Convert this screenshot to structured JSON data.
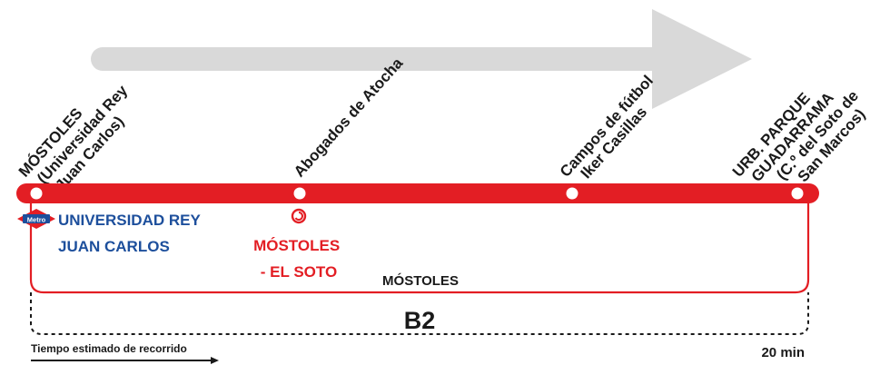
{
  "route": {
    "line": "B2",
    "zone": "MÓSTOLES",
    "line_color": "#e31e24",
    "direction_arrow_color": "#d9d9d9"
  },
  "stops": [
    {
      "label_lines": [
        "MÓSTOLES",
        "(Universidad Rey",
        "Juan Carlos)"
      ]
    },
    {
      "label_lines": [
        "Abogados de Atocha"
      ]
    },
    {
      "label_lines": [
        "Campos de fútbol",
        "Iker Casillas"
      ]
    },
    {
      "label_lines": [
        "URB. PARQUE",
        "GUADARRAMA",
        "(C.º del Soto de",
        "San Marcos)"
      ]
    }
  ],
  "connections": {
    "metro_badge": "Metro",
    "metro_station": [
      "UNIVERSIDAD REY",
      "JUAN CARLOS"
    ],
    "metro_color": "#1d4f9c",
    "cercanias_station": [
      "MÓSTOLES",
      "- EL SOTO"
    ],
    "cercanias_color": "#e31e24",
    "cercanias_icon": "cercanias-icon"
  },
  "travel_time": {
    "label": "Tiempo estimado de recorrido",
    "value": "20 min"
  }
}
